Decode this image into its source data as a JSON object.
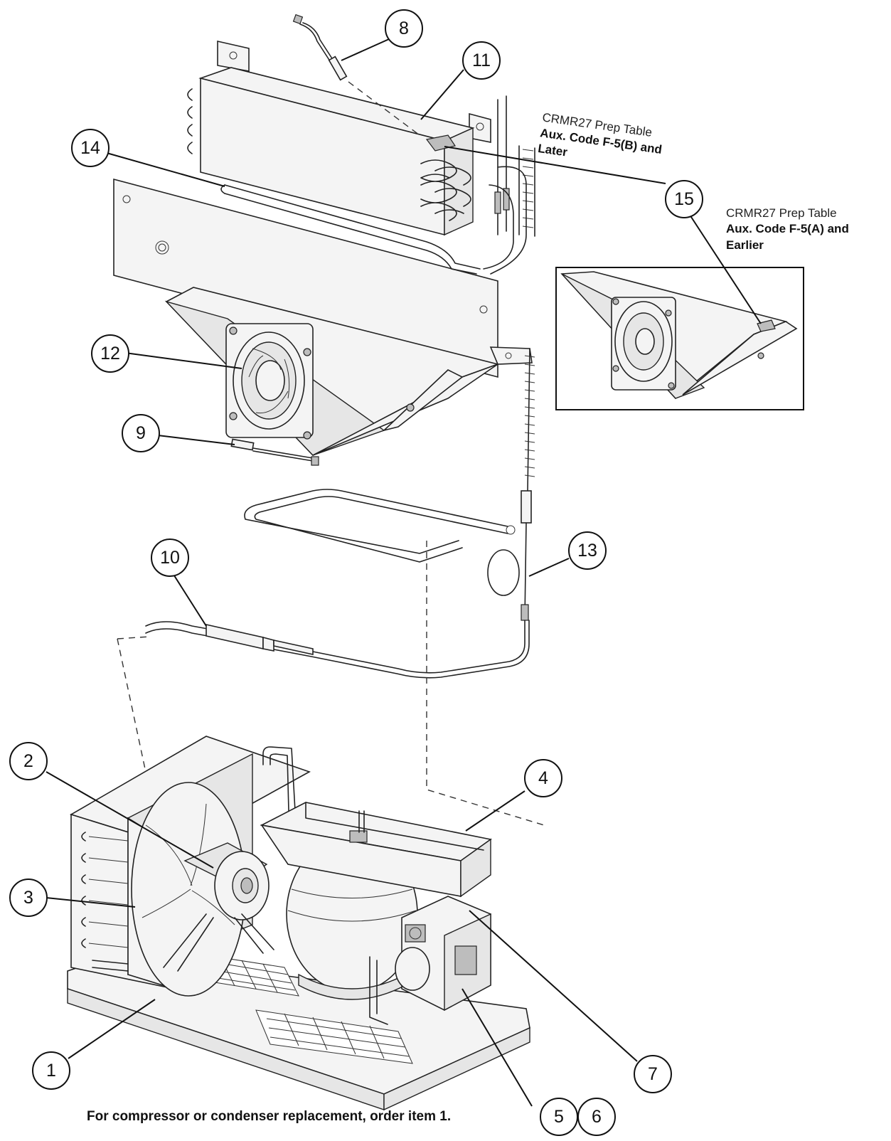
{
  "callouts": {
    "c1": "1",
    "c2": "2",
    "c3": "3",
    "c4": "4",
    "c5": "5",
    "c6": "6",
    "c7": "7",
    "c8": "8",
    "c9": "9",
    "c10": "10",
    "c11": "11",
    "c12": "12",
    "c13": "13",
    "c14": "14",
    "c15": "15"
  },
  "notes": {
    "later": {
      "line1": "CRMR27 Prep Table",
      "line2": "Aux. Code F-5(B) and",
      "line3": "Later"
    },
    "earlier": {
      "line1": "CRMR27 Prep Table",
      "line2": "Aux. Code F-5(A) and",
      "line3": "Earlier"
    }
  },
  "footer": "For compressor or condenser replacement, order item 1."
}
